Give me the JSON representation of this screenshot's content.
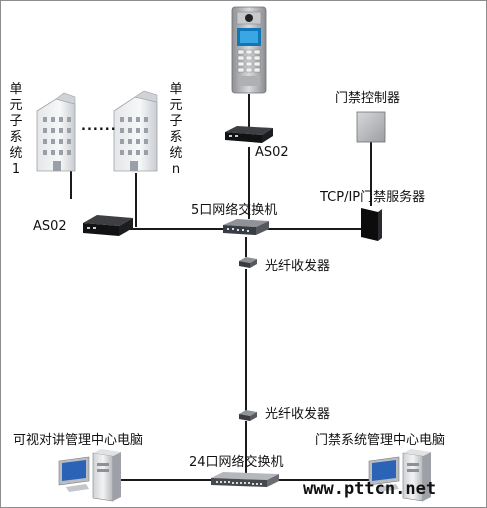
{
  "labels": {
    "unit_subsystem_1": "单元子系统1",
    "unit_subsystem_n": "单元子系统n",
    "dots": "......",
    "as02_top": "AS02",
    "as02_left": "AS02",
    "access_controller": "门禁控制器",
    "tcpip_server": "TCP/IP门禁服务器",
    "switch_5port": "5口网络交换机",
    "fiber_transceiver_top": "光纤收发器",
    "fiber_transceiver_bottom": "光纤收发器",
    "intercom_pc": "可视对讲管理中心电脑",
    "access_pc": "门禁系统管理中心电脑",
    "switch_24port": "24口网络交换机",
    "watermark": "www.pttcn.net"
  }
}
